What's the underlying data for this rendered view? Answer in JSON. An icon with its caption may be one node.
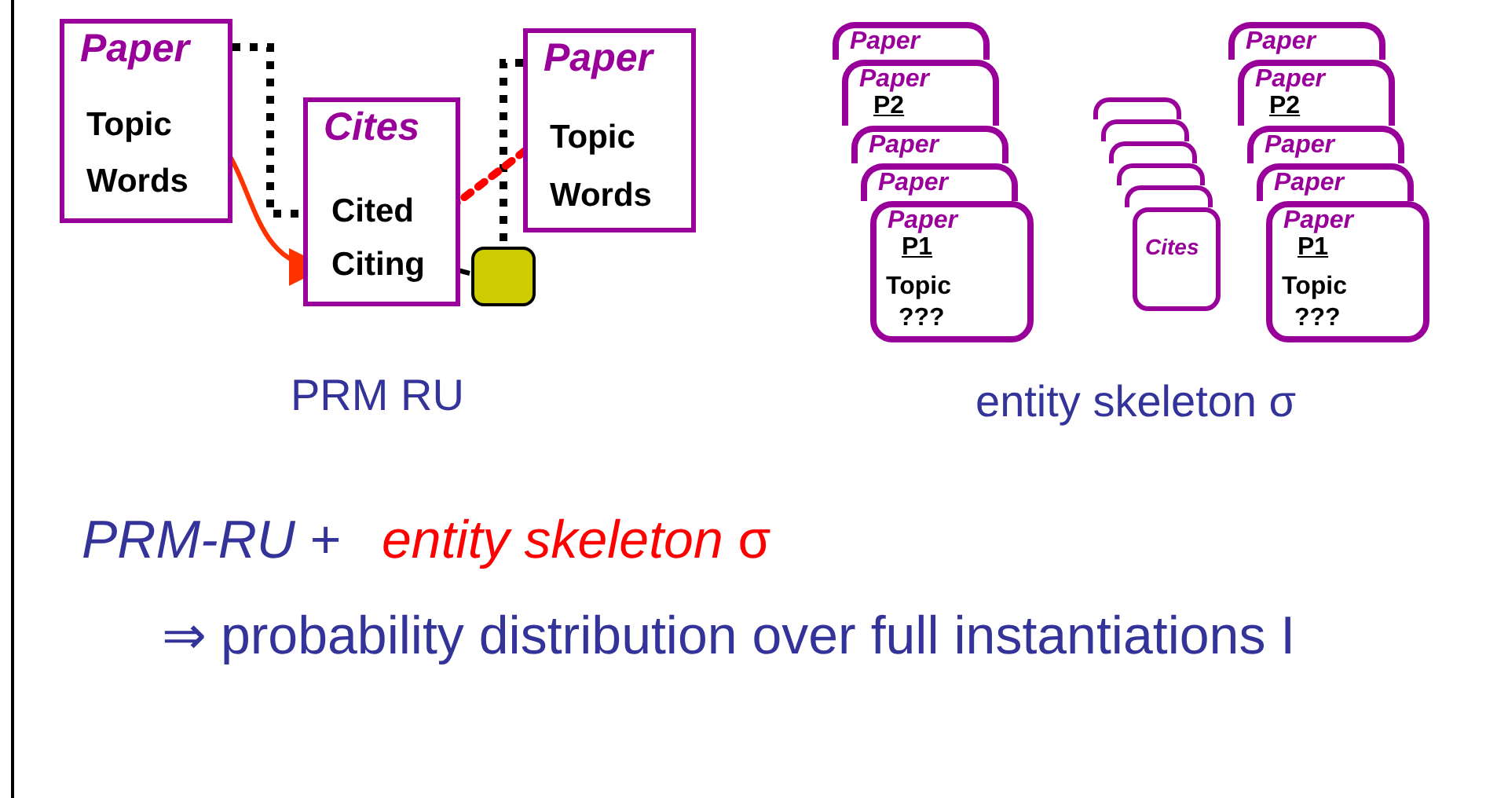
{
  "diagram": {
    "nodes": [
      {
        "text": [
          "Paper"
        ]
      },
      {
        "text": [
          "Topic"
        ],
        "in": 0
      },
      {
        "text": [
          "Words"
        ],
        "in": 0
      },
      {
        "text": [
          "Cites"
        ]
      },
      {
        "text": [
          "Cited"
        ],
        "in": 3
      },
      {
        "text": [
          "Citing"
        ],
        "in": 3
      },
      {
        "text": [
          "Paper"
        ]
      },
      {
        "text": [
          "Topic"
        ],
        "in": 6
      },
      {
        "text": [
          "Words"
        ],
        "in": 6
      },
      {
        "text": [],
        "shape": "callout"
      },
      {
        "text": [
          "Paper"
        ]
      },
      {
        "text": [
          "Paper",
          "P2"
        ]
      },
      {
        "text": [
          "Paper"
        ]
      },
      {
        "text": [
          "Paper"
        ]
      },
      {
        "text": [
          "Paper",
          "P1",
          "Topic",
          "???"
        ]
      },
      {
        "text": [],
        "shape": "box"
      },
      {
        "text": [],
        "shape": "box"
      },
      {
        "text": [],
        "shape": "box"
      },
      {
        "text": [],
        "shape": "box"
      },
      {
        "text": [],
        "shape": "box"
      },
      {
        "text": [
          "Cites"
        ]
      },
      {
        "text": [
          "Paper"
        ]
      },
      {
        "text": [
          "Paper",
          "P2"
        ]
      },
      {
        "text": [
          "Paper"
        ]
      },
      {
        "text": [
          "Paper"
        ]
      },
      {
        "text": [
          "Paper",
          "P1",
          "Topic",
          "???"
        ]
      }
    ],
    "edges": [
      {
        "from": 0,
        "to": 4,
        "arrow": "none",
        "style": "dashed"
      },
      {
        "from": 1,
        "to": 5,
        "arrow": "to",
        "color": "#ff3300"
      },
      {
        "from": 6,
        "to": 9,
        "arrow": "none",
        "style": "dashed"
      },
      {
        "from": 5,
        "to": 7,
        "arrow": "none",
        "style": "dashed",
        "color": "#ff0000"
      },
      {
        "from": 9,
        "to": 5,
        "arrow": "none"
      }
    ],
    "labels": [
      "PRM RU",
      "entity skeleton σ",
      "*PRM-RU* +",
      "*entity skeleton* σ",
      "⇒ probability distribution over full instantiations I"
    ]
  }
}
